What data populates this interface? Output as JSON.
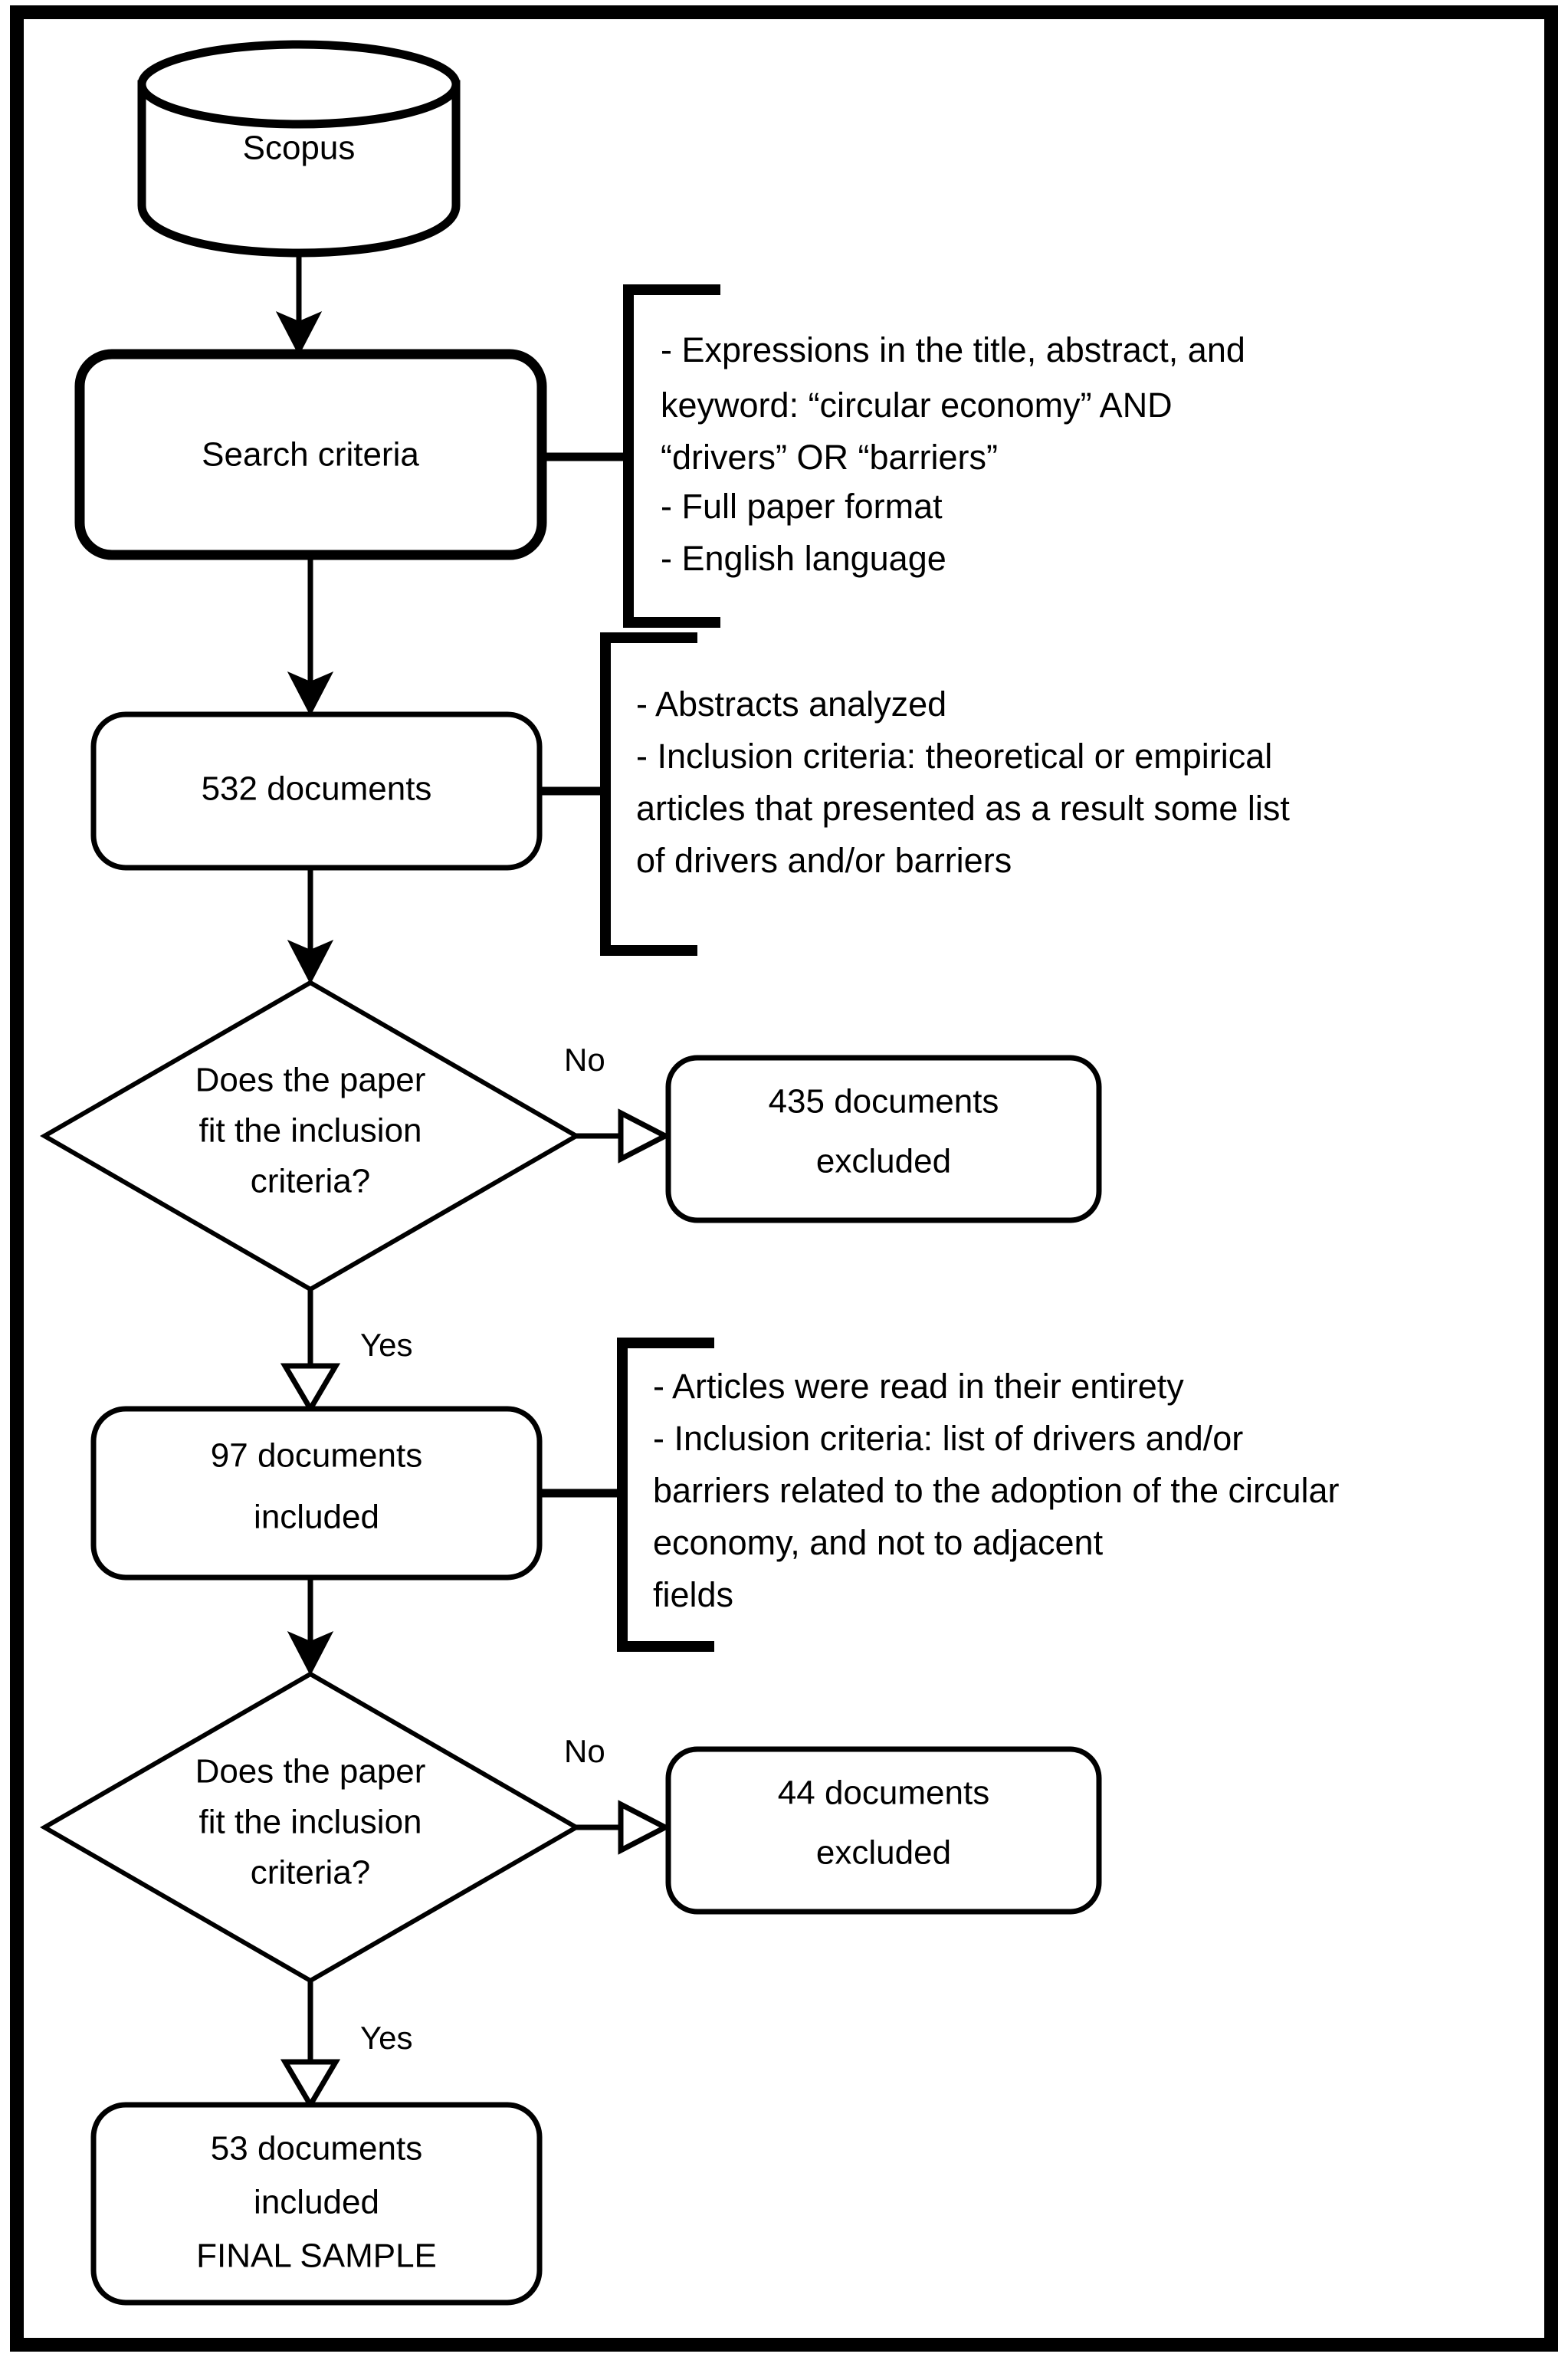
{
  "diagram": {
    "title": "Literature review selection flowchart",
    "type": "flowchart",
    "accent_color": "#000000",
    "background_color": "#ffffff",
    "nodes": {
      "source": {
        "label": "Scopus",
        "shape": "cylinder"
      },
      "search": {
        "label": "Search criteria",
        "shape": "rounded-rect"
      },
      "found": {
        "label": "532 documents",
        "shape": "rounded-rect"
      },
      "decision1": {
        "line1": "Does the paper",
        "line2": "fit the inclusion",
        "line3": "criteria?",
        "shape": "diamond"
      },
      "excluded1": {
        "line1": "435 documents",
        "line2": "excluded",
        "shape": "rounded-rect"
      },
      "included1": {
        "line1": "97 documents",
        "line2": "included",
        "shape": "rounded-rect"
      },
      "decision2": {
        "line1": "Does the paper",
        "line2": "fit the inclusion",
        "line3": "criteria?",
        "shape": "diamond"
      },
      "excluded2": {
        "line1": "44 documents",
        "line2": "excluded",
        "shape": "rounded-rect"
      },
      "final": {
        "line1": "53 documents",
        "line2": "included",
        "line3": "FINAL SAMPLE",
        "shape": "rounded-rect"
      }
    },
    "edge_labels": {
      "no_1": "No",
      "yes_1": "Yes",
      "no_2": "No",
      "yes_2": "Yes"
    },
    "notes": {
      "search_criteria": {
        "lines": [
          "- Expressions in the title, abstract, and",
          "keyword: “circular economy” AND",
          "“drivers” OR “barriers”",
          "- Full paper format",
          "- English language"
        ]
      },
      "abstracts": {
        "lines": [
          "- Abstracts analyzed",
          "- Inclusion criteria: theoretical or empirical",
          "articles that presented as a result some list",
          "of drivers and/or barriers"
        ]
      },
      "full_text": {
        "lines": [
          "- Articles were read in their entirety",
          "- Inclusion criteria: list of drivers and/or",
          "barriers related to the adoption of the circular",
          "economy, and not to adjacent",
          "fields"
        ]
      }
    }
  }
}
